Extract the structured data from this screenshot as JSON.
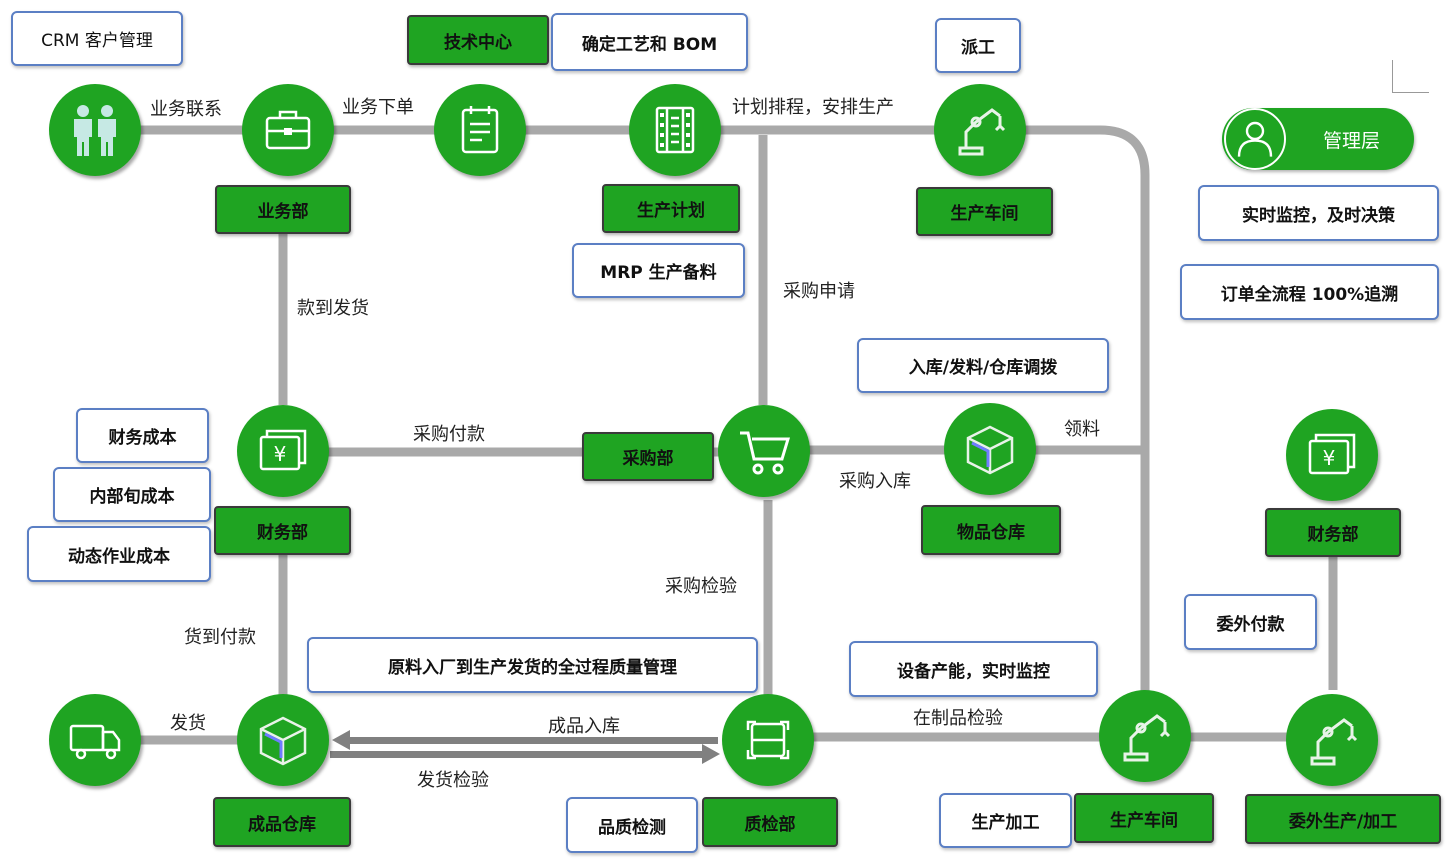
{
  "departments": {
    "sales": "业务部",
    "tech_center": "技术中心",
    "production_plan": "生产计划",
    "workshop_top": "生产车间",
    "finance_left": "财务部",
    "purchasing": "采购部",
    "material_warehouse": "物品仓库",
    "finance_right": "财务部",
    "finished_warehouse": "成品仓库",
    "quality": "质检部",
    "workshop_bottom": "生产车间",
    "outsourcing": "委外生产/加工"
  },
  "notes": {
    "crm": "CRM 客户管理",
    "bom": "确定工艺和 BOM",
    "dispatch": "派工",
    "mrp": "MRP 生产备料",
    "realtime_decision": "实时监控，及时决策",
    "order_trace": "订单全流程 100%追溯",
    "warehouse_ops": "入库/发料/仓库调拨",
    "finance_cost": "财务成本",
    "internal_cost": "内部旬成本",
    "dynamic_cost": "动态作业成本",
    "quality_mgmt": "原料入厂到生产发货的全过程质量管理",
    "capacity": "设备产能，实时监控",
    "outsource_pay": "委外付款",
    "quality_test": "品质检测",
    "production_process": "生产加工"
  },
  "flow_labels": {
    "business_contact": "业务联系",
    "place_order": "业务下单",
    "schedule": "计划排程，安排生产",
    "payment_ship": "款到发货",
    "purchase_request": "采购申请",
    "purchase_pay": "采购付款",
    "purchase_inbound": "采购入库",
    "material_pick": "领料",
    "purchase_inspect": "采购检验",
    "goods_pay": "货到付款",
    "ship": "发货",
    "finished_inbound": "成品入库",
    "ship_inspect": "发货检验",
    "wip_inspect": "在制品检验"
  },
  "management": {
    "label": "管理层"
  },
  "colors": {
    "node_green": "#1fa422",
    "line_gray": "#a9a9a9",
    "note_border": "#5b7fc4"
  },
  "icons": [
    "people-icon",
    "briefcase-icon",
    "clipboard-icon",
    "film-strip-icon",
    "robot-arm-icon",
    "yuan-card-icon",
    "cart-icon",
    "box-icon",
    "truck-icon",
    "scanner-icon",
    "user-icon"
  ]
}
